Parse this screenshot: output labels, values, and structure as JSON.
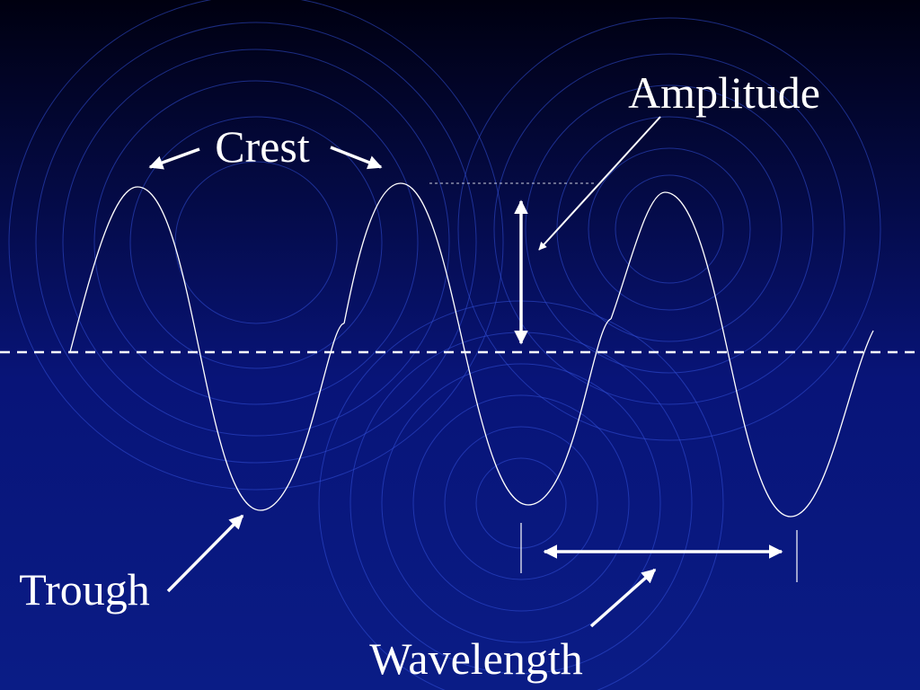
{
  "labels": {
    "crest": "Crest",
    "amplitude": "Amplitude",
    "trough": "Trough",
    "wavelength": "Wavelength"
  },
  "colors": {
    "background_top": "#000010",
    "background_bottom": "#0a1a80",
    "ring": "#3350d8",
    "wave": "#ffffff",
    "text": "#ffffff"
  }
}
